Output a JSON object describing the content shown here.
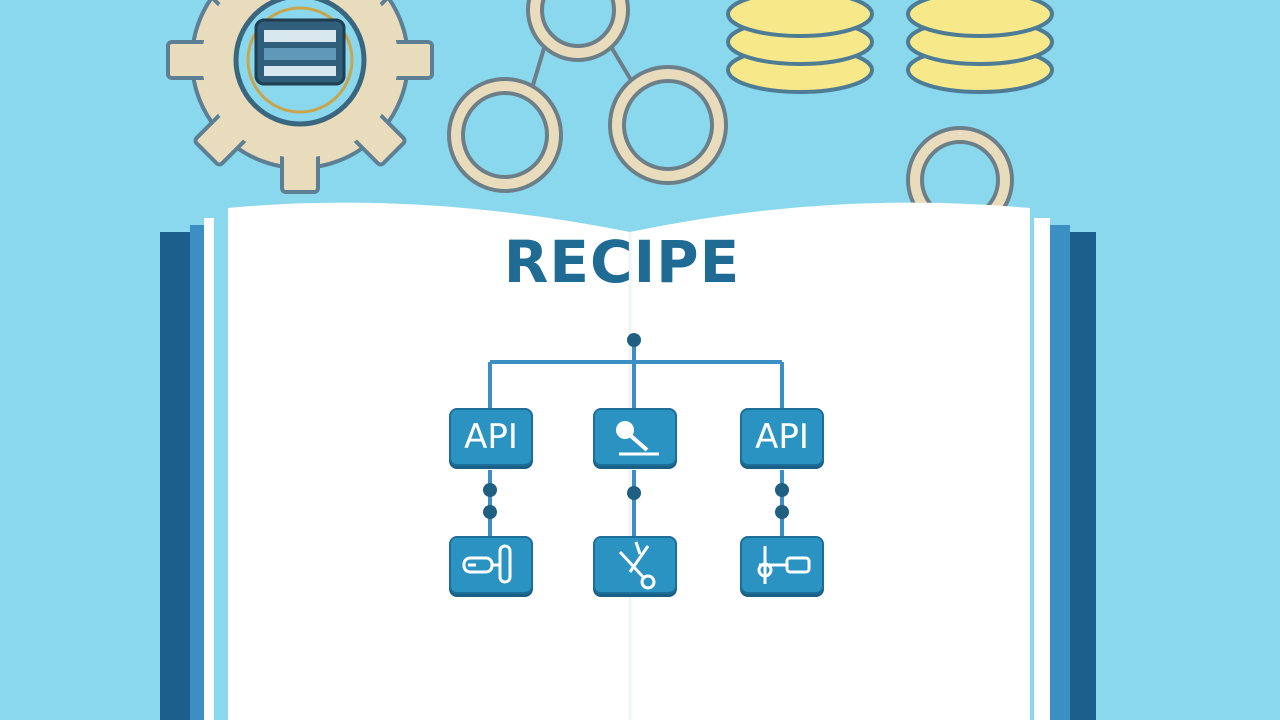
{
  "book": {
    "title": "RECIPE"
  },
  "flow": {
    "top_row": [
      {
        "label": "API",
        "icon": null
      },
      {
        "label": "",
        "icon": "magnifier-icon"
      },
      {
        "label": "API",
        "icon": null
      }
    ],
    "bottom_row": [
      {
        "icon": "test-tube-icon"
      },
      {
        "icon": "scissors-icon"
      },
      {
        "icon": "tool-icon"
      }
    ]
  },
  "colors": {
    "background": "#8ad8ee",
    "accent": "#2b93c2",
    "accent_dark": "#1c6f98",
    "page": "#ffffff",
    "gear": "#e9dcbc",
    "coin": "#f7e98a"
  }
}
